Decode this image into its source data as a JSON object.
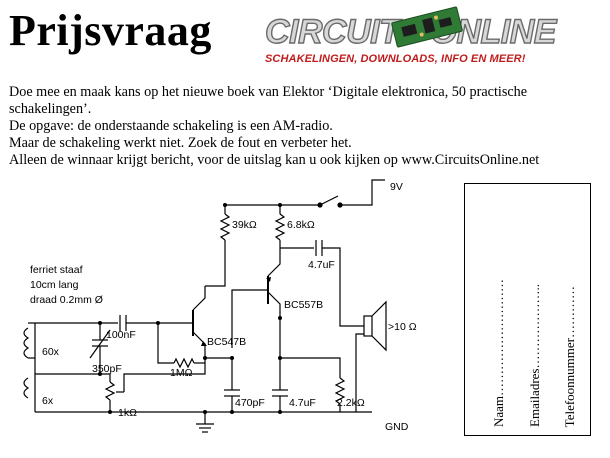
{
  "header": {
    "title": "Prijsvraag",
    "logo_main": "CIRCUITS ONLINE",
    "logo_tagline": "SCHAKELINGEN, DOWNLOADS, INFO EN MEER!"
  },
  "intro": [
    "Doe mee en maak kans op het nieuwe boek van Elektor ‘Digitale elektronica, 50 practische",
    "schakelingen’.",
    "De opgave: de onderstaande schakeling is een AM-radio.",
    "Maar de schakeling werkt niet. Zoek de fout en verbeter het.",
    "Alleen de winnaar krijgt bericht, voor de uitslag kan u ook kijken op www.CircuitsOnline.net"
  ],
  "entry_form": {
    "fields": [
      "Naam………………………",
      "Emailadres………………..",
      "Telefoonnummer…………"
    ]
  },
  "schematic": {
    "supply": "9V",
    "ground": "GND",
    "rod_note": [
      "ferriet staaf",
      "10cm lang",
      "draad 0.2mm Ø"
    ],
    "coil_taps": [
      "60x",
      "6x"
    ],
    "components": {
      "r1": "39kΩ",
      "r2": "6.8kΩ",
      "c_out": "4.7uF",
      "c_in": "100nF",
      "tuning_cap": "350pF",
      "r_bias": "1MΩ",
      "pot": "1kΩ",
      "c_470": "470pF",
      "c_47": "4.7uF",
      "r_load": "2.2kΩ",
      "q1": "BC547B",
      "q2": "BC557B",
      "speaker": ">10 Ω"
    }
  }
}
